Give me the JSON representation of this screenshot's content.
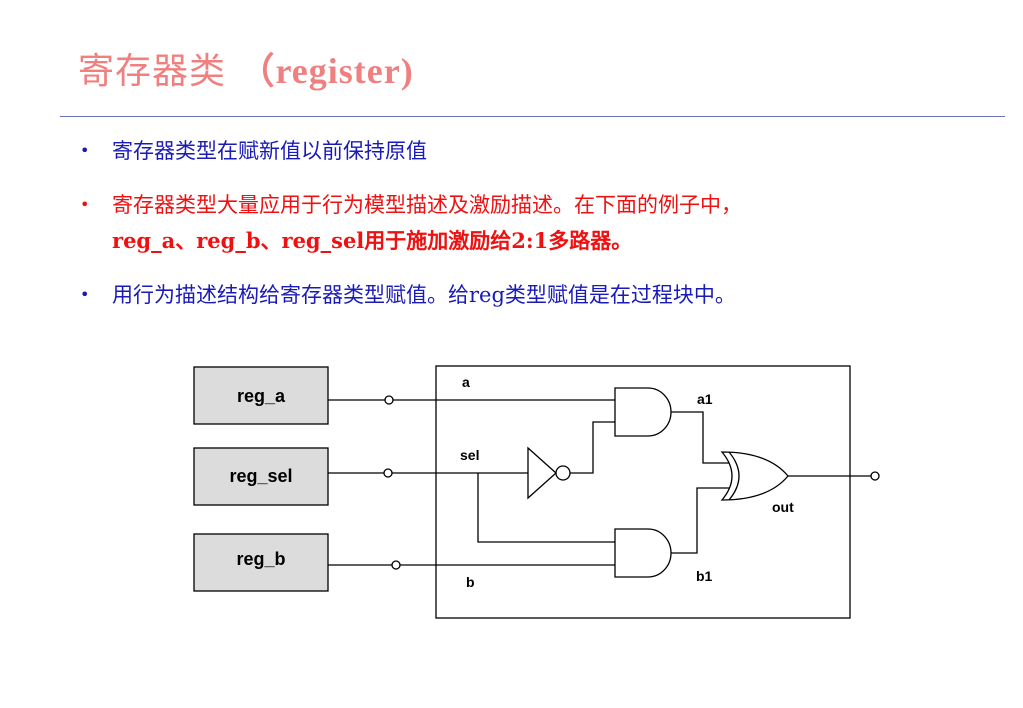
{
  "title": {
    "cn": "寄存器类",
    "en": "（register)"
  },
  "bullets": [
    {
      "marker": "•",
      "text": "寄存器类型在赋新值以前保持原值"
    },
    {
      "marker": "•",
      "text": "寄存器类型大量应用于行为模型描述及激励描述。在下面的例子中，",
      "line2": "reg_a、reg_b、reg_sel用于施加激励给2:1多路器。"
    },
    {
      "marker": "•",
      "text": "用行为描述结构给寄存器类型赋值。给reg类型赋值是在过程块中。"
    }
  ],
  "diagram": {
    "boxes": [
      "reg_a",
      "reg_sel",
      "reg_b"
    ],
    "signals": {
      "a": "a",
      "sel": "sel",
      "b": "b",
      "a1": "a1",
      "b1": "b1",
      "out": "out"
    }
  },
  "colors": {
    "title": "#f08080",
    "blue_text": "#1a1ab8",
    "red_text": "#ee1111",
    "rule": "#6b73b8",
    "box_fill": "#dcdcdc"
  }
}
